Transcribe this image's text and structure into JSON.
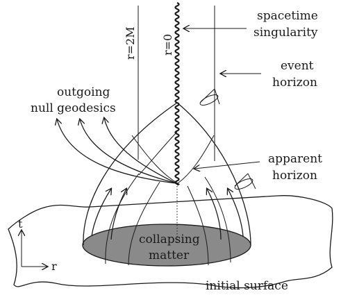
{
  "labels": {
    "singularity_line1": "spacetime",
    "singularity_line2": "singularity",
    "event_horizon_line1": "event",
    "event_horizon_line2": "horizon",
    "outgoing_line1": "outgoing",
    "outgoing_line2": "null geodesics",
    "apparent_line1": "apparent",
    "apparent_line2": "horizon",
    "collapsing_line1": "collapsing",
    "collapsing_line2": "matter",
    "initial_surface": "initial surface",
    "r_2m": "r=2M",
    "r_0": "r=0",
    "axis_t": "t",
    "axis_r": "r"
  },
  "colors": {
    "ink": "#1a1a1a",
    "matter_fill": "#8a8a8a",
    "background": "#ffffff"
  }
}
